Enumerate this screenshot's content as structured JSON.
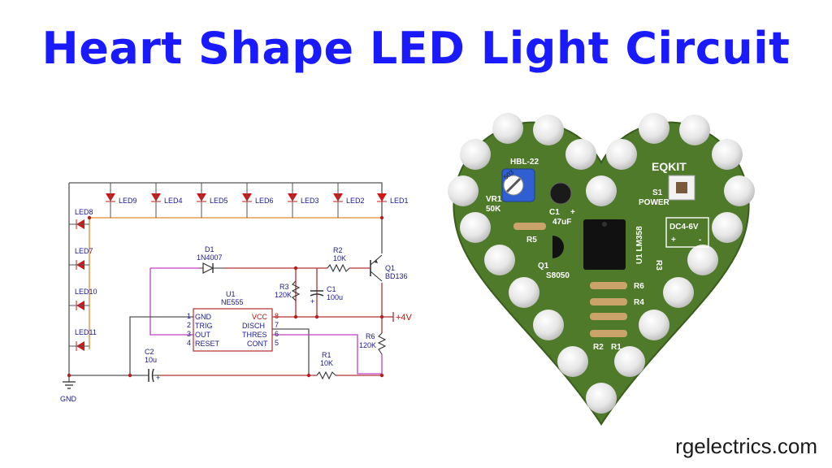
{
  "title": "Heart Shape LED Light Circuit",
  "watermark": "rgelectrics.com",
  "colors": {
    "title": "#1a1aff",
    "led": "#d01818",
    "wire_dark": "#555555",
    "wire_orange": "#e08a30",
    "wire_magenta": "#c040c0",
    "wire_red": "#b03030",
    "pcb": "#4e7a2a"
  },
  "schematic": {
    "leds_top": [
      "LED9",
      "LED4",
      "LED5",
      "LED6",
      "LED3",
      "LED2",
      "LED1"
    ],
    "leds_left": [
      "LED8",
      "LED7",
      "LED10",
      "LED11"
    ],
    "d1": {
      "ref": "D1",
      "value": "1N4007"
    },
    "r2": {
      "ref": "R2",
      "value": "10K"
    },
    "q1": {
      "ref": "Q1",
      "value": "BD136"
    },
    "r3": {
      "ref": "R3",
      "value": "120K"
    },
    "c1": {
      "ref": "C1",
      "value": "100u",
      "plus": "+"
    },
    "u1": {
      "ref": "U1",
      "value": "NE555",
      "left_pins": [
        {
          "num": "1",
          "name": "GND"
        },
        {
          "num": "2",
          "name": "TRIG"
        },
        {
          "num": "3",
          "name": "OUT"
        },
        {
          "num": "4",
          "name": "RESET"
        }
      ],
      "right_pins": [
        {
          "num": "8",
          "name": "VCC"
        },
        {
          "num": "7",
          "name": "DISCH"
        },
        {
          "num": "6",
          "name": "THRES"
        },
        {
          "num": "5",
          "name": "CONT"
        }
      ]
    },
    "supply": "+4V",
    "r6": {
      "ref": "R6",
      "value": "120K"
    },
    "r1": {
      "ref": "R1",
      "value": "10K"
    },
    "c2": {
      "ref": "C2",
      "value": "10u",
      "plus": "+"
    },
    "gnd": "GND"
  },
  "pcb": {
    "board_name": "HBL-22",
    "brand": "EQKIT",
    "pot": {
      "ref": "VR1",
      "value": "50K",
      "code": "503"
    },
    "c1": {
      "ref": "C1",
      "value": "47uF",
      "plus": "+"
    },
    "s1": {
      "ref": "S1",
      "label": "POWER"
    },
    "supply": {
      "label": "DC4-6V",
      "plus": "+",
      "minus": "-"
    },
    "u1": "U1 LM358",
    "r3": "R3",
    "r5": "R5",
    "q1": "Q1",
    "transistor": "S8050",
    "r6": "R6",
    "r4": "R4",
    "r2": "R2",
    "r1": "R1"
  }
}
